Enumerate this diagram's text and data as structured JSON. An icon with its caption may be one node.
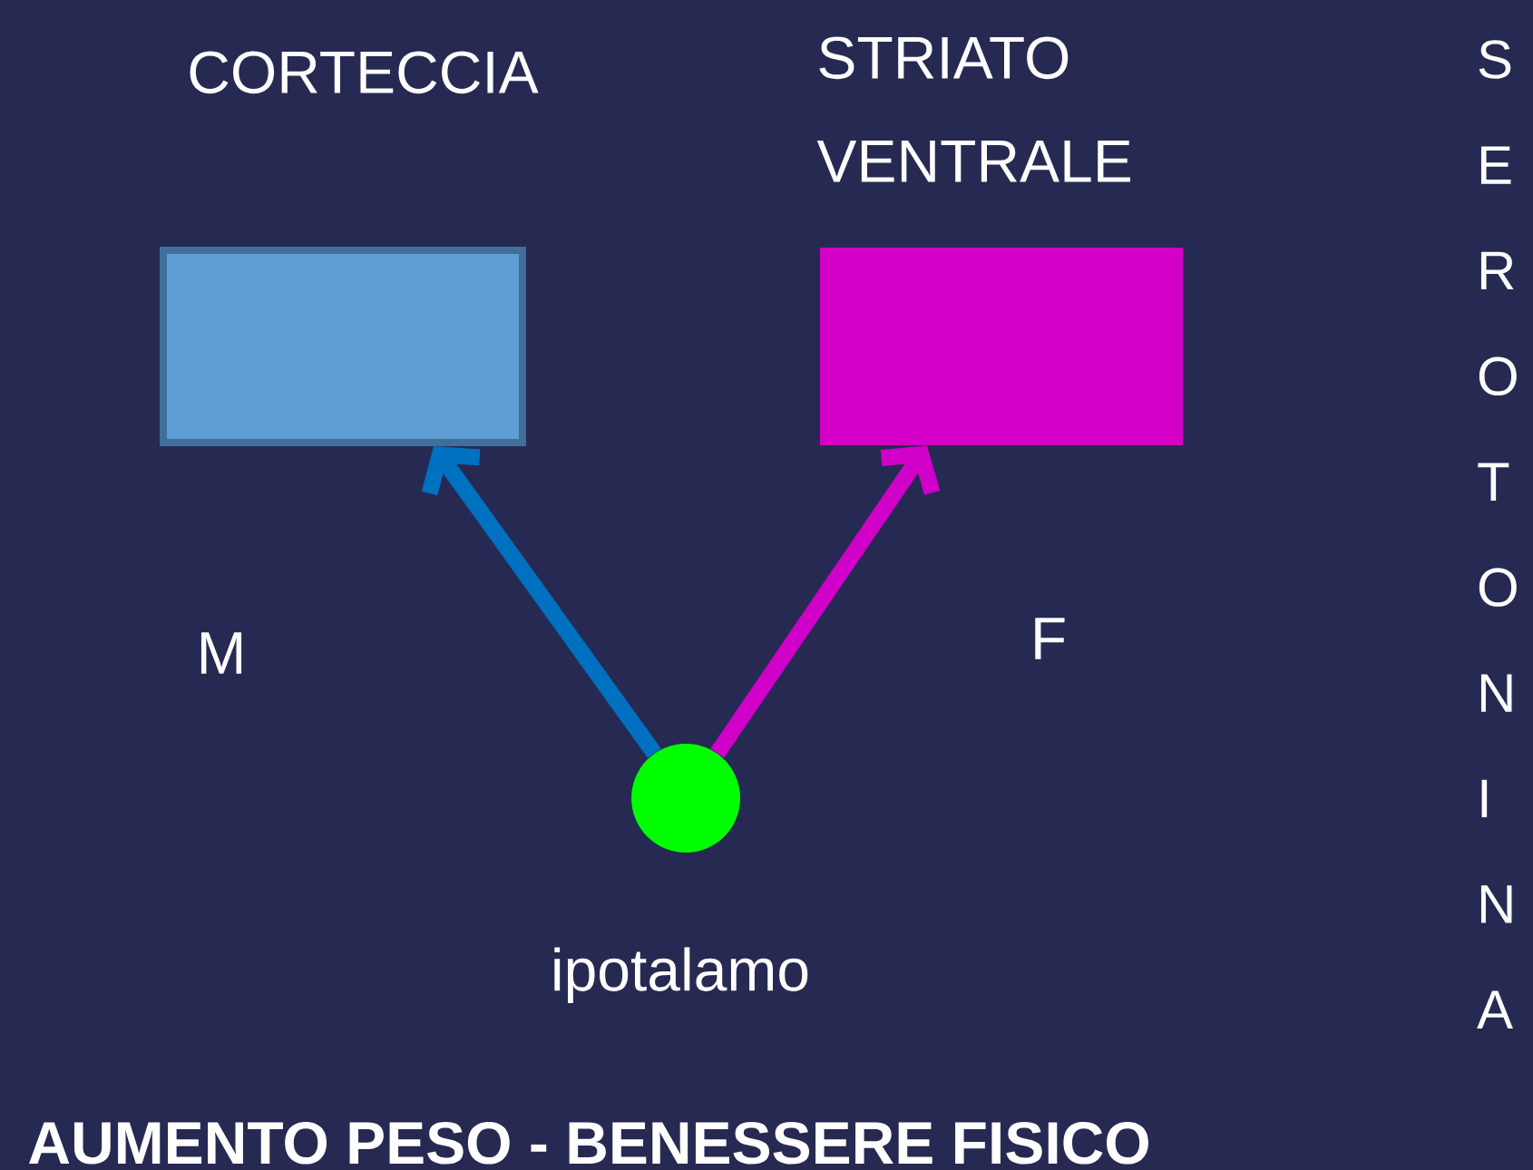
{
  "diagram": {
    "title": "AUMENTO PESO - BENESSERE FISICO",
    "nodes": [
      {
        "text": [
          "CORTECCIA"
        ]
      },
      {
        "text": [
          "STRIATO VENTRALE"
        ]
      },
      {
        "text": [],
        "shape": "circle",
        "beside": [
          "ipotalamo"
        ]
      }
    ],
    "edges": [
      {
        "from": 2,
        "to": 0,
        "arrow": "to",
        "color": "#0070c0"
      },
      {
        "from": 2,
        "to": 1,
        "arrow": "to",
        "color": "#d000c8"
      }
    ],
    "labels": [
      "M",
      "F",
      "SEROTONINA"
    ]
  }
}
